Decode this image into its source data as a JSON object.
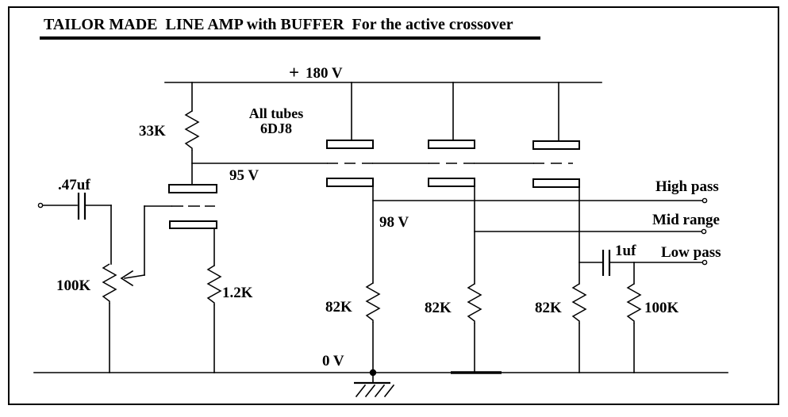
{
  "colors": {
    "ink": "#000000",
    "paper": "#ffffff"
  },
  "title": "TAILOR MADE  LINE AMP with BUFFER  For the active crossover",
  "power": {
    "plus_sign": "+",
    "rail_voltage": "180 V",
    "plate_node_voltage": "95 V",
    "cathode_node_voltage": "98 V",
    "ground_voltage": "0 V"
  },
  "tube_note": {
    "line1": "All tubes",
    "line2": "6DJ8"
  },
  "components": {
    "input_capacitor": ".47uf",
    "volume_pot": "100K",
    "plate_resistor": "33K",
    "cathode_resistor": "1.2K",
    "high_load_resistor": "82K",
    "mid_load_resistor": "82K",
    "low_load_resistor": "82K",
    "output_resistor": "100K",
    "output_capacitor": "1uf"
  },
  "outputs": {
    "high_pass": "High pass",
    "mid_range": "Mid range",
    "low_pass": "Low pass"
  }
}
